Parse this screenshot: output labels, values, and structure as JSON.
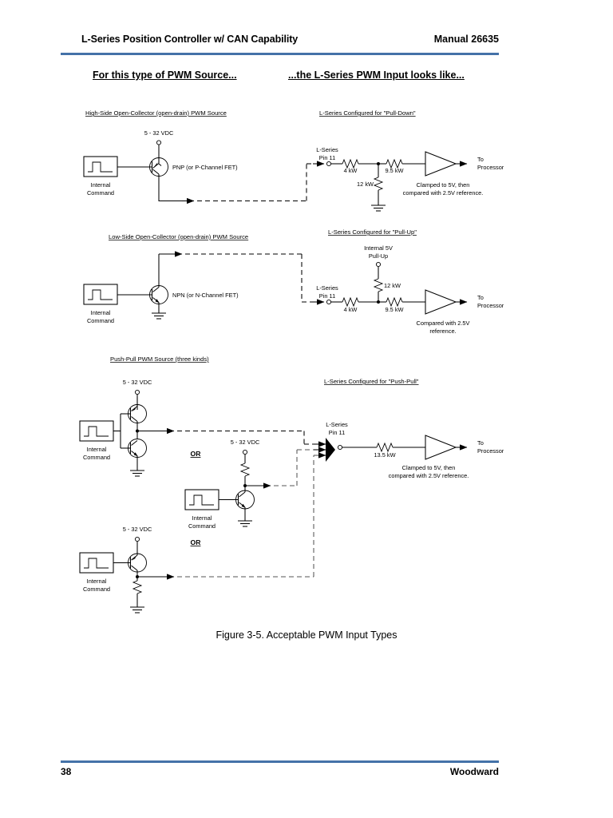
{
  "header": {
    "title": "L-Series Position Controller w/ CAN Capability",
    "manual": "Manual 26635"
  },
  "columns": {
    "left_caption": "For this type of PWM Source...",
    "right_caption": "...the L-Series PWM Input looks like..."
  },
  "sections": [
    {
      "id": "high-side",
      "source_title": "High-Side Open-Collector (open-drain) PWM Source",
      "input_title": "L-Series Configured for \"Pull-Down\"",
      "supply": "5 - 32 VDC",
      "device": "PNP (or P-Channel FET)",
      "command_line1": "Internal",
      "command_line2": "Command",
      "pin_line1": "L-Series",
      "pin_line2": "Pin 11",
      "r_series1": "4 kW",
      "r_series2": "9.5 kW",
      "r_shunt": "12 kW",
      "out_line1": "To",
      "out_line2": "Processor",
      "note_line1": "Clamped to 5V, then",
      "note_line2": "compared with 2.5V reference."
    },
    {
      "id": "low-side",
      "source_title": "Low-Side Open-Collector (open-drain) PWM Source",
      "input_title": "L-Series Configured for \"Pull-Up\"",
      "device": "NPN (or N-Channel FET)",
      "command_line1": "Internal",
      "command_line2": "Command",
      "pullup_line1": "Internal 5V",
      "pullup_line2": "Pull-Up",
      "pin_line1": "L-Series",
      "pin_line2": "Pin 11",
      "r_series1": "4 kW",
      "r_series2": "9.5 kW",
      "r_pullup": "12 kW",
      "out_line1": "To",
      "out_line2": "Processor",
      "note_line1": "Compared with 2.5V",
      "note_line2": "reference."
    },
    {
      "id": "push-pull",
      "source_title": "Push-Pull  PWM Source (three kinds)",
      "input_title": "L-Series Configured for \"Push-Pull\"",
      "supply_a": "5 - 32 VDC",
      "supply_b": "5 - 32 VDC",
      "supply_c": "5 - 32 VDC",
      "or_1": "OR",
      "or_2": "OR",
      "command_a1": "Internal",
      "command_a2": "Command",
      "command_b1": "Internal",
      "command_b2": "Command",
      "command_c1": "Internal",
      "command_c2": "Command",
      "pin_line1": "L-Series",
      "pin_line2": "Pin 11",
      "r_series": "13.5 kW",
      "out_line1": "To",
      "out_line2": "Processor",
      "note_line1": "Clamped to 5V, then",
      "note_line2": "compared with 2.5V reference."
    }
  ],
  "figure": {
    "caption": "Figure 3-5. Acceptable PWM Input Types"
  },
  "footer": {
    "page": "38",
    "brand": "Woodward"
  },
  "colors": {
    "rule": "#4472a8",
    "ink": "#000000",
    "paper": "#ffffff"
  }
}
